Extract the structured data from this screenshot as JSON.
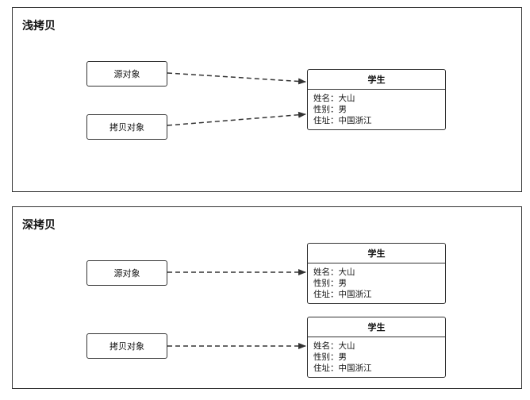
{
  "shallow": {
    "title": "浅拷贝",
    "source_label": "源对象",
    "copy_label": "拷贝对象",
    "student": {
      "title": "学生",
      "fields": [
        "姓名：大山",
        "性别：男",
        "住址：中国浙江"
      ]
    }
  },
  "deep": {
    "title": "深拷贝",
    "source_label": "源对象",
    "copy_label": "拷贝对象",
    "student_a": {
      "title": "学生",
      "fields": [
        "姓名：大山",
        "性别：男",
        "住址：中国浙江"
      ]
    },
    "student_b": {
      "title": "学生",
      "fields": [
        "姓名：大山",
        "性别：男",
        "住址：中国浙江"
      ]
    }
  },
  "colors": {
    "stroke": "#333333",
    "background": "#ffffff"
  }
}
